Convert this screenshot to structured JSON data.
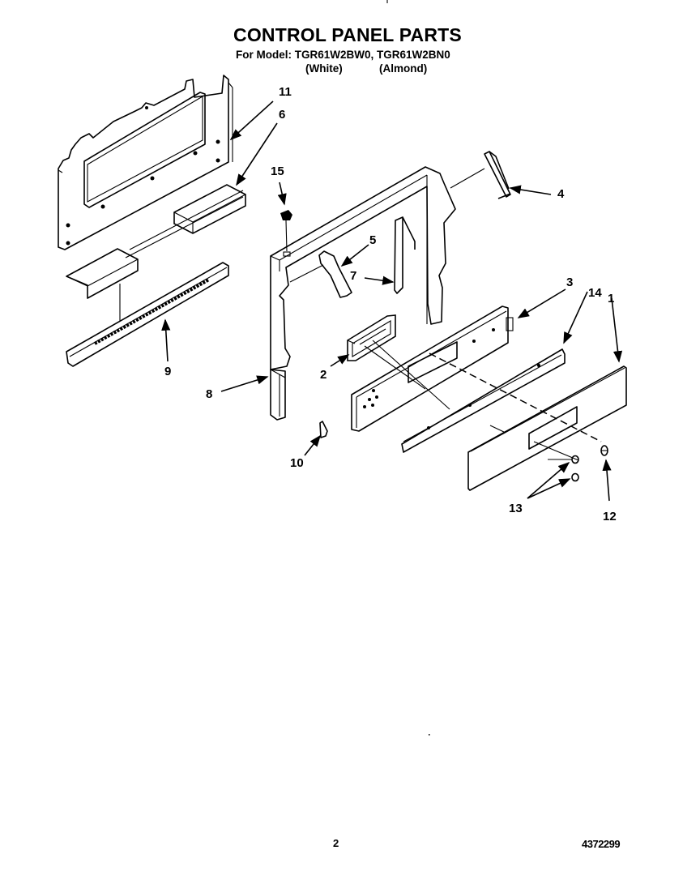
{
  "header": {
    "title": "CONTROL PANEL PARTS",
    "model_line": "For Model: TGR61W2BW0, TGR61W2BN0",
    "variants": [
      "(White)",
      "(Almond)"
    ]
  },
  "diagram": {
    "callouts": [
      {
        "id": "11",
        "label": "11"
      },
      {
        "id": "6",
        "label": "6"
      },
      {
        "id": "15",
        "label": "15"
      },
      {
        "id": "4",
        "label": "4"
      },
      {
        "id": "5",
        "label": "5"
      },
      {
        "id": "7",
        "label": "7"
      },
      {
        "id": "3",
        "label": "3"
      },
      {
        "id": "14",
        "label": "14"
      },
      {
        "id": "1",
        "label": "1"
      },
      {
        "id": "9",
        "label": "9"
      },
      {
        "id": "2",
        "label": "2"
      },
      {
        "id": "8",
        "label": "8"
      },
      {
        "id": "10",
        "label": "10"
      },
      {
        "id": "13",
        "label": "13"
      },
      {
        "id": "12",
        "label": "12"
      }
    ]
  },
  "footer": {
    "page_number": "2",
    "document_number": "4372299"
  }
}
